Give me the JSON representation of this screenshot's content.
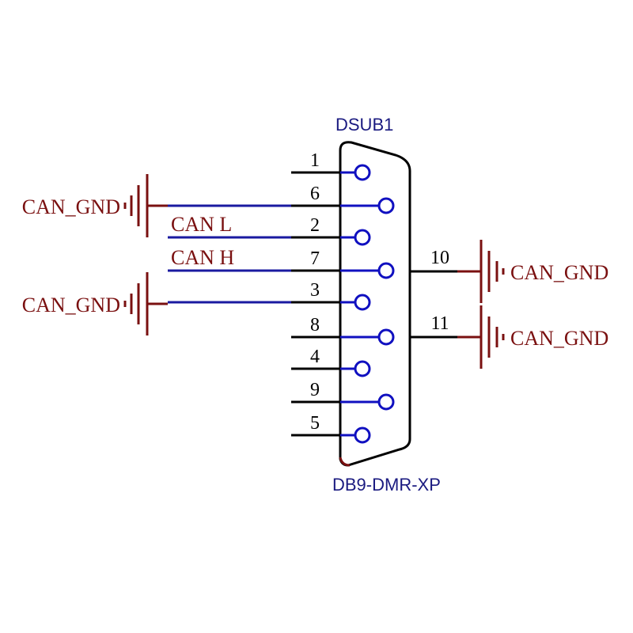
{
  "component": {
    "designator": "DSUB1",
    "part_name": "DB9-DMR-XP"
  },
  "colors": {
    "net": "#7a1010",
    "wire": "#1a1aa0",
    "pin": "#000000",
    "pin_circle": "#1010c0",
    "label": "#1a1a80"
  },
  "pins": [
    {
      "number": "1",
      "net": ""
    },
    {
      "number": "6",
      "net": "CAN_GND"
    },
    {
      "number": "2",
      "net": "CAN L"
    },
    {
      "number": "7",
      "net": "CAN H"
    },
    {
      "number": "3",
      "net": "CAN_GND"
    },
    {
      "number": "8",
      "net": ""
    },
    {
      "number": "4",
      "net": ""
    },
    {
      "number": "9",
      "net": ""
    },
    {
      "number": "5",
      "net": ""
    }
  ],
  "shell_pins": [
    {
      "number": "10",
      "net": "CAN_GND"
    },
    {
      "number": "11",
      "net": "CAN_GND"
    }
  ],
  "net_labels": {
    "can_l": "CAN L",
    "can_h": "CAN H"
  },
  "ground_labels": {
    "left_top": "CAN_GND",
    "left_bottom": "CAN_GND",
    "right_top": "CAN_GND",
    "right_bottom": "CAN_GND"
  }
}
